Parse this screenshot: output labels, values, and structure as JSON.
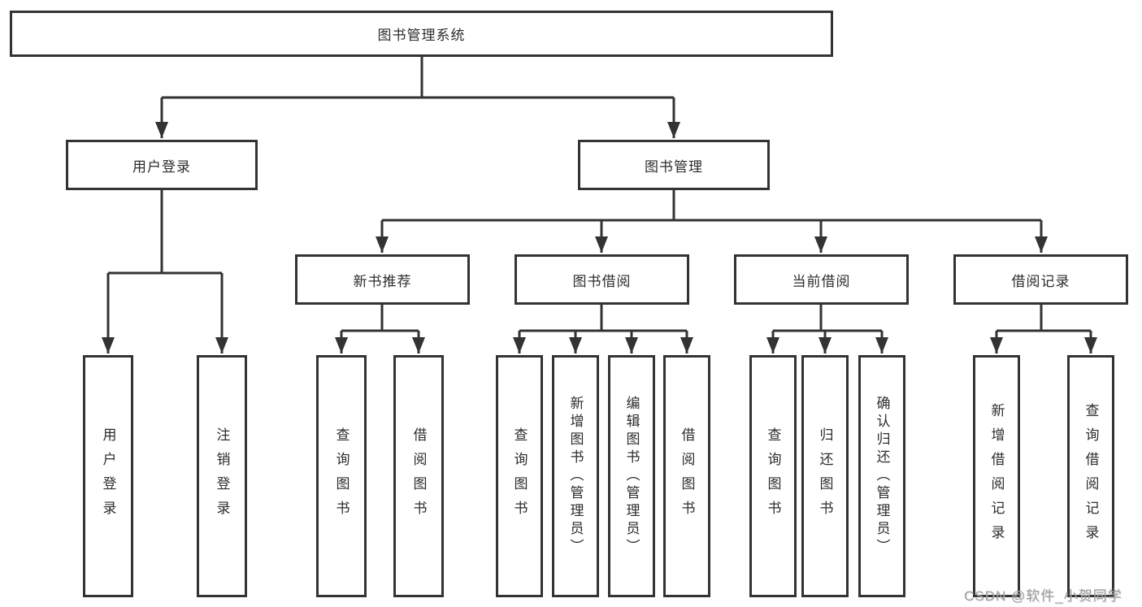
{
  "diagram": {
    "root": {
      "label": "图书管理系统"
    },
    "level2": [
      {
        "label": "用户登录"
      },
      {
        "label": "图书管理"
      }
    ],
    "level3": [
      {
        "label": "新书推荐"
      },
      {
        "label": "图书借阅"
      },
      {
        "label": "当前借阅"
      },
      {
        "label": "借阅记录"
      }
    ],
    "leaves": {
      "user_login": [
        {
          "label": "用户登录"
        },
        {
          "label": "注销登录"
        }
      ],
      "new_books": [
        {
          "label": "查询图书"
        },
        {
          "label": "借阅图书"
        }
      ],
      "book_borrow": [
        {
          "label": "查询图书"
        },
        {
          "label": "新增图书（管理员）"
        },
        {
          "label": "编辑图书（管理员）"
        },
        {
          "label": "借阅图书"
        }
      ],
      "current_borrow": [
        {
          "label": "查询图书"
        },
        {
          "label": "归还图书"
        },
        {
          "label": "确认归还（管理员）"
        }
      ],
      "borrow_records": [
        {
          "label": "新增借阅记录"
        },
        {
          "label": "查询借阅记录"
        }
      ]
    },
    "colors": {
      "line": "#333333",
      "box_border": "#333333",
      "box_fill": "#ffffff",
      "background": "#ffffff",
      "watermark": "#9e9e9e"
    },
    "watermark": "CSDN @软件_小贺同学"
  }
}
